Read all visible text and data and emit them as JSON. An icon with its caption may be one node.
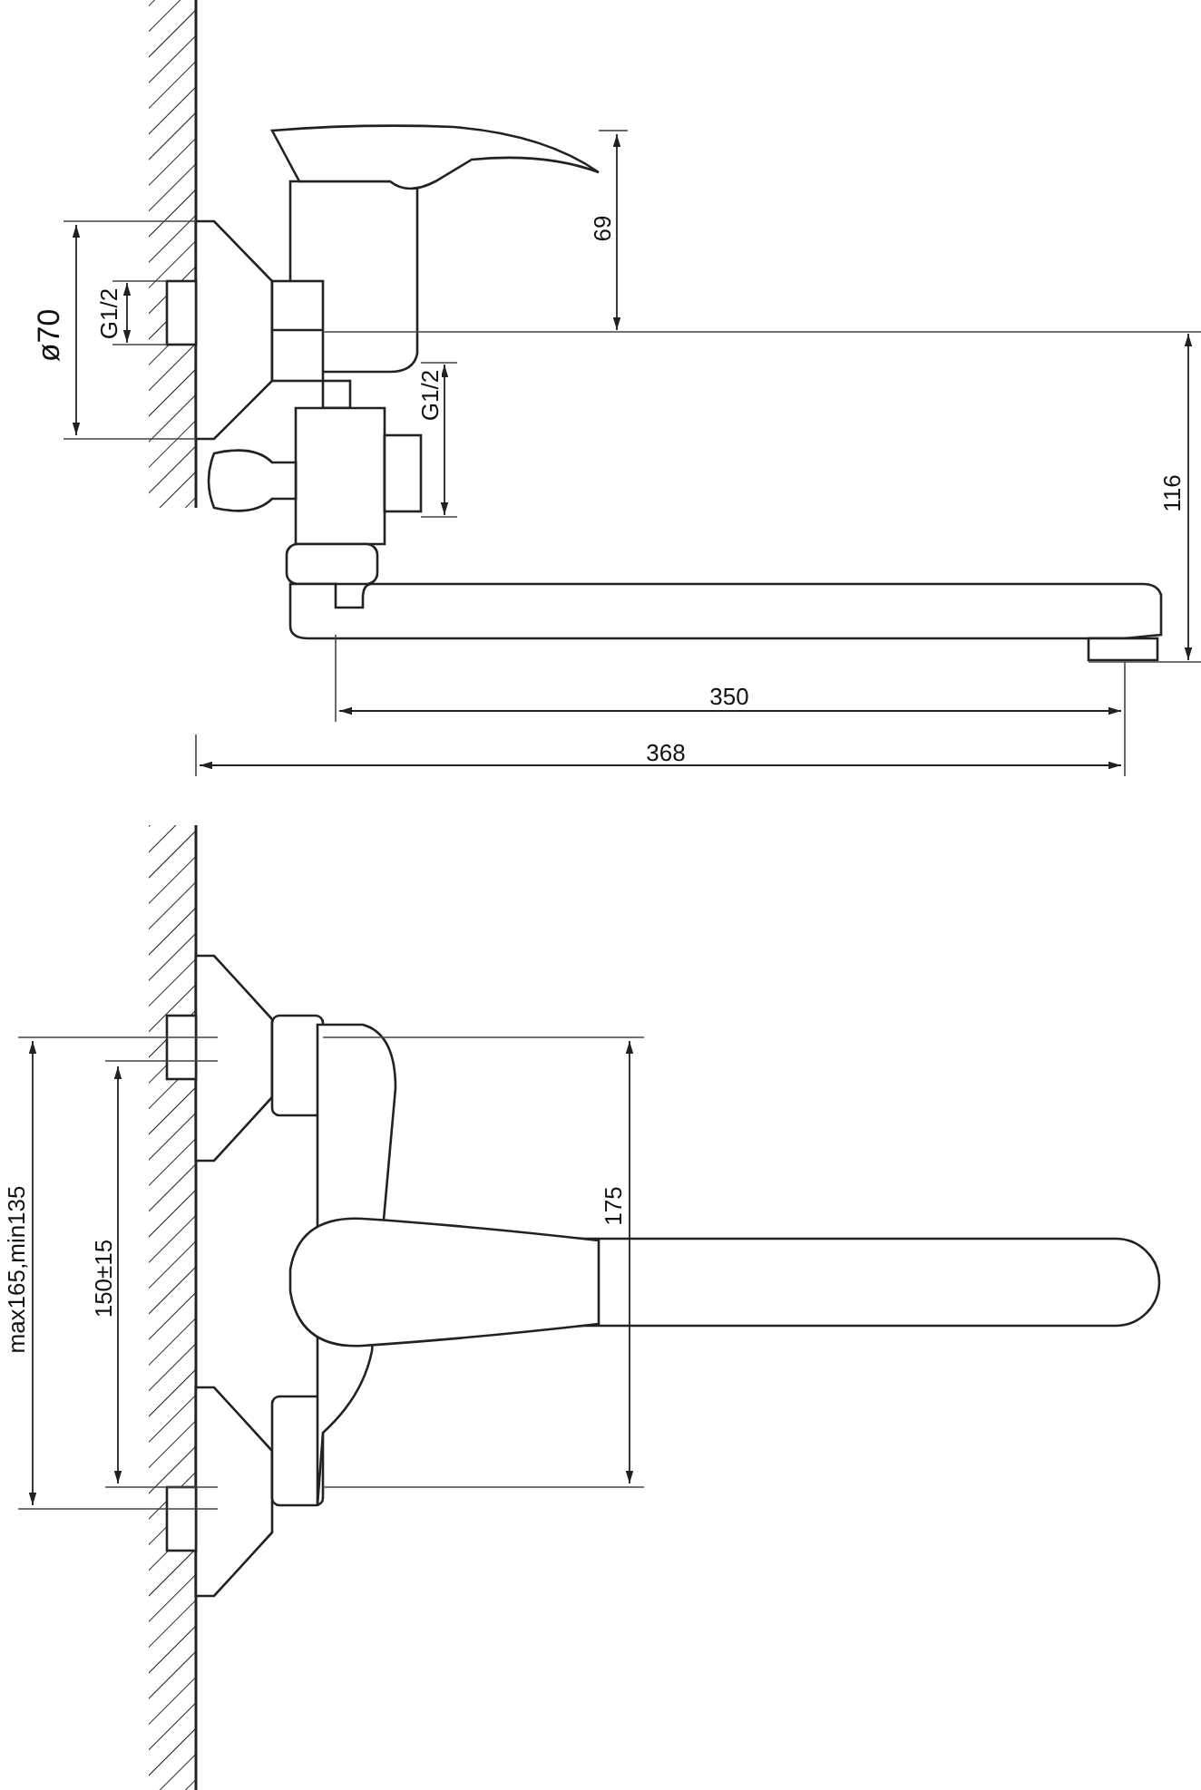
{
  "diagram": {
    "labels": [
      "69",
      "ø70",
      "G1/2",
      "G1/2",
      "116",
      "350",
      "368",
      "175",
      "max165,min135",
      "150±15"
    ]
  }
}
